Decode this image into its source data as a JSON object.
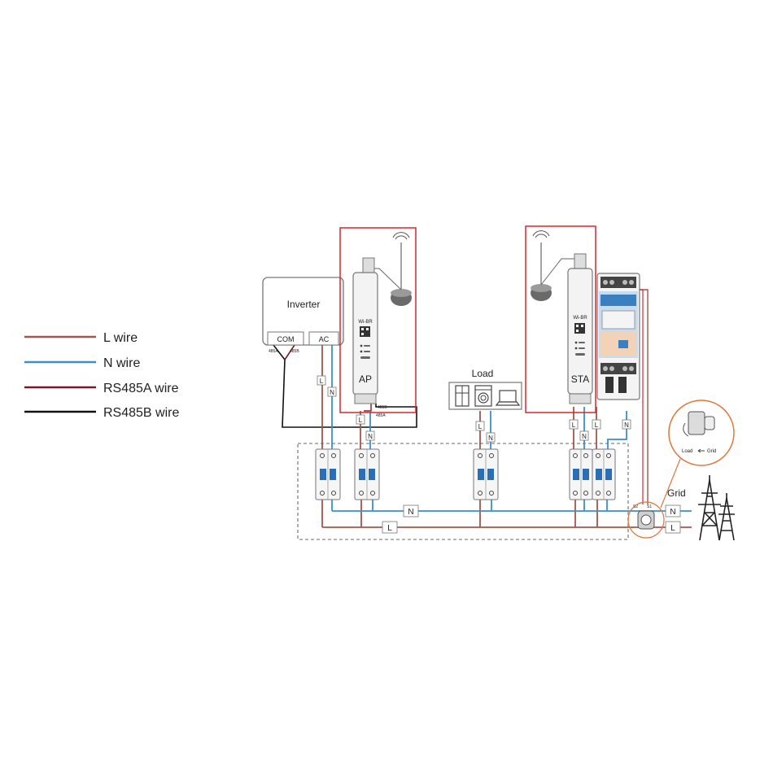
{
  "legend": {
    "items": [
      {
        "label": "L wire",
        "color": "#a0574a"
      },
      {
        "label": "N wire",
        "color": "#3a8fd0"
      },
      {
        "label": "RS485A wire",
        "color": "#7a1a22"
      },
      {
        "label": "RS485B wire",
        "color": "#111111"
      }
    ]
  },
  "inverter": {
    "title": "Inverter",
    "com_port": "COM",
    "ac_port": "AC",
    "pin_a": "485A",
    "pin_b": "485B"
  },
  "ap_device": {
    "brand": "Wi-BR",
    "label": "AP",
    "pin_a": "485A",
    "pin_b": "485B"
  },
  "sta_device": {
    "brand": "Wi-BR",
    "label": "STA"
  },
  "load": {
    "title": "Load"
  },
  "grid": {
    "title": "Grid",
    "ct_load": "Load",
    "ct_grid": "Grid",
    "ct_s1": "S1",
    "ct_s2": "S2"
  },
  "wire_tags": {
    "l": "L",
    "n": "N"
  },
  "colors": {
    "l_wire": "#a0574a",
    "n_wire": "#3a8fd0",
    "rs485a": "#7a1a22",
    "rs485b": "#111111",
    "highlight": "#d8262e",
    "breaker_blue": "#2a6fb5",
    "ct_orange": "#e0763a"
  }
}
